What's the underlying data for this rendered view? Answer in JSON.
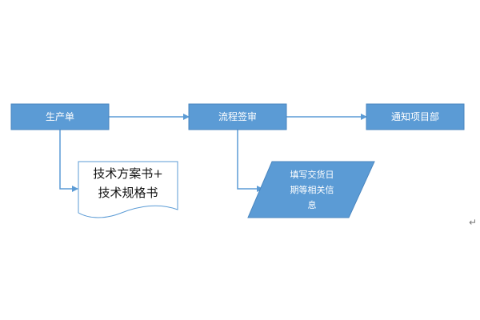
{
  "colors": {
    "box_fill": "#5b9bd5",
    "box_stroke": "#4a86bf",
    "connector": "#5b9bd5",
    "doc_stroke": "#5b9bd5",
    "doc_fill": "#ffffff"
  },
  "nodes": {
    "production_order": "生产单",
    "process_signoff": "流程签审",
    "notify_project_dept": "通知项目部"
  },
  "document": {
    "line1": "技术方案书+",
    "line2": "技术规格书"
  },
  "parallelogram": {
    "line1": "填写交货日",
    "line2": "期等相关信",
    "line3": "息"
  },
  "paragraph_mark": "↵"
}
